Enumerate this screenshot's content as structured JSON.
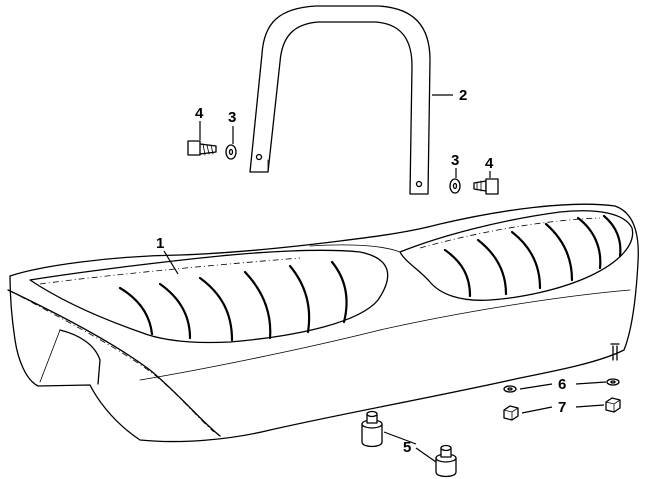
{
  "callouts": {
    "seat": "1",
    "backrest": "2",
    "washer_left": "3",
    "washer_right": "3",
    "bolt_left": "4",
    "bolt_right": "4",
    "bumper": "5",
    "washer_stud": "6",
    "nut": "7"
  }
}
